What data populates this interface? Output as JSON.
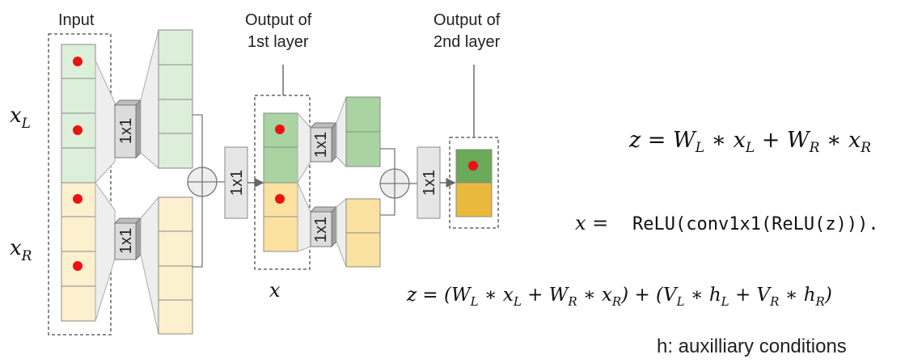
{
  "labels": {
    "input": "Input",
    "out1_line1": "Output of",
    "out1_line2": "1st layer",
    "out2_line1": "Output of",
    "out2_line2": "2nd layer",
    "conv": "1x1",
    "xL_var": "x",
    "xL_sub": "L",
    "xR_var": "x",
    "xR_sub": "R",
    "x_var": "x"
  },
  "equations": {
    "eq1": "z = W_L * x_L + W_R * x_R",
    "eq2_prefix": "x = ",
    "eq2_body": "ReLU(conv1x1(ReLU(z))).",
    "eq3": "z = (W_L * x_L + W_R * x_R) + (V_L * h_L + V_R * h_R)"
  },
  "caption": "h: auxilliary conditions",
  "colors": {
    "green_light": "#dcefd9",
    "green_mid": "#a9d4a1",
    "green_dark": "#6aaa58",
    "yellow_light": "#fdf0cf",
    "yellow_mid": "#fbe1a0",
    "yellow_dark": "#e9b93e",
    "dot": "#ee1111",
    "box": "#8a8a8a"
  }
}
